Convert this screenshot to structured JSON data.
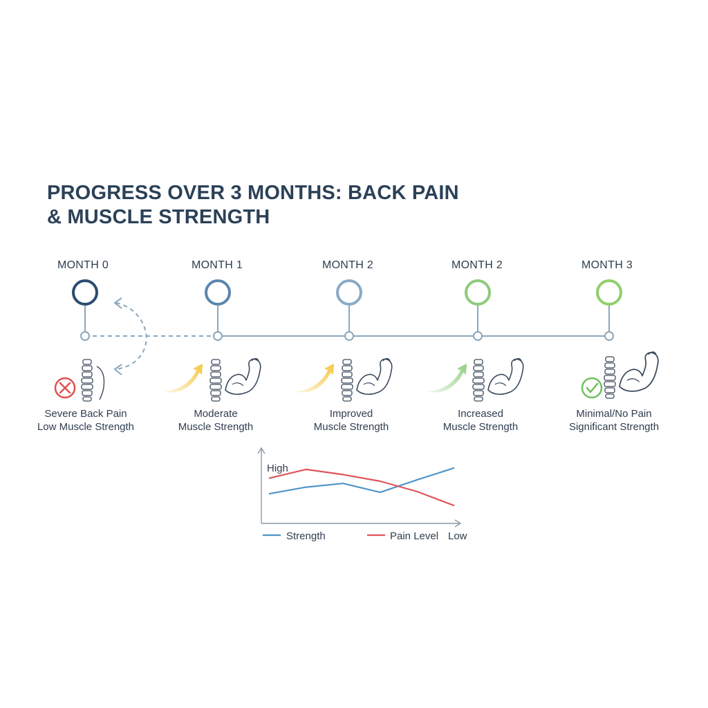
{
  "title": {
    "line1": "PROGRESS OVER 3 MONTHS: BACK PAIN",
    "line2": "& MUSCLE STRENGTH"
  },
  "colors": {
    "dark_blue": "#2b4c6f",
    "mid_blue": "#5b86ad",
    "light_blue": "#8aaac4",
    "light_green": "#8ccb7c",
    "green": "#8fcf6b",
    "connector": "#8aa6bb",
    "strength_line": "#4f95c8",
    "pain_line": "#e0545a",
    "arrow_yellow": "#f5c743",
    "arrow_green": "#93cf84",
    "error_red": "#e0504f",
    "check_green": "#6fbf5c"
  },
  "stages": [
    {
      "month": "MONTH 0",
      "line1": "Severe Back Pain",
      "line2": "Low Muscle Strength",
      "status_icon": "x-circle-icon",
      "trend_icon": "dashed-loop-arrow-icon"
    },
    {
      "month": "MONTH 1",
      "line1": "Moderate",
      "line2": "Muscle Strength",
      "trend_icon": "yellow-arrow-icon"
    },
    {
      "month": "MONTH 2",
      "line1": "Improved",
      "line2": "Muscle Strength",
      "trend_icon": "yellow-arrow-icon"
    },
    {
      "month": "MONTH 2",
      "line1": "Increased",
      "line2": "Muscle Strength",
      "trend_icon": "green-arrow-icon"
    },
    {
      "month": "MONTH 3",
      "line1": "Minimal/No Pain",
      "line2": "Significant Strength",
      "status_icon": "check-circle-icon"
    }
  ],
  "chart_data": {
    "type": "line",
    "y_top_label": "High",
    "y_bottom_label": "Low",
    "x": [
      0,
      1,
      2,
      3,
      4,
      5
    ],
    "ylim": [
      0,
      10
    ],
    "series": [
      {
        "name": "Strength",
        "color": "#4f95c8",
        "values": [
          4.0,
          4.9,
          5.4,
          4.2,
          5.9,
          7.5
        ]
      },
      {
        "name": "Pain Level",
        "color": "#e0545a",
        "values": [
          6.1,
          7.3,
          6.6,
          5.7,
          4.3,
          2.4
        ]
      }
    ],
    "legend_position": "bottom"
  }
}
